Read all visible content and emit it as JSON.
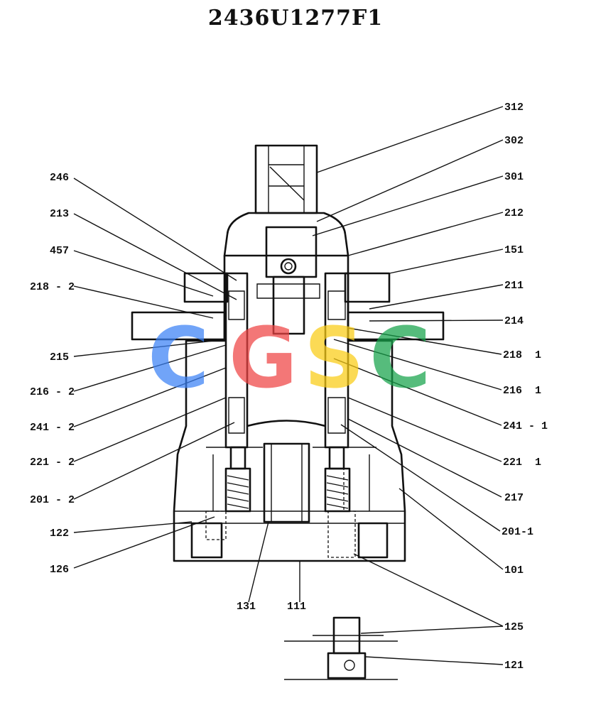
{
  "title": "2436U1277F1",
  "watermark": {
    "letters": [
      "C",
      "G",
      "S",
      "C"
    ],
    "colors": [
      "#3b82f6",
      "#ef4444",
      "#facc15",
      "#16a34a"
    ]
  },
  "callouts": [
    {
      "id": "312",
      "text": "312"
    },
    {
      "id": "302",
      "text": "302"
    },
    {
      "id": "301",
      "text": "301"
    },
    {
      "id": "212",
      "text": "212"
    },
    {
      "id": "151",
      "text": "151"
    },
    {
      "id": "211",
      "text": "211"
    },
    {
      "id": "214",
      "text": "214"
    },
    {
      "id": "218-1",
      "text": "218  1"
    },
    {
      "id": "216-1",
      "text": "216  1"
    },
    {
      "id": "241-1",
      "text": "241 - 1"
    },
    {
      "id": "221-1",
      "text": "221  1"
    },
    {
      "id": "217",
      "text": "217"
    },
    {
      "id": "201-1",
      "text": "201-1"
    },
    {
      "id": "101",
      "text": "101"
    },
    {
      "id": "125",
      "text": "125"
    },
    {
      "id": "121",
      "text": "121"
    },
    {
      "id": "246",
      "text": "246"
    },
    {
      "id": "213",
      "text": "213"
    },
    {
      "id": "457",
      "text": "457"
    },
    {
      "id": "218-2",
      "text": "218 - 2"
    },
    {
      "id": "215",
      "text": "215"
    },
    {
      "id": "216-2",
      "text": "216 - 2"
    },
    {
      "id": "241-2",
      "text": "241 - 2"
    },
    {
      "id": "221-2",
      "text": "221 - 2"
    },
    {
      "id": "201-2",
      "text": "201 - 2"
    },
    {
      "id": "122",
      "text": "122"
    },
    {
      "id": "126",
      "text": "126"
    },
    {
      "id": "131",
      "text": "131"
    },
    {
      "id": "111",
      "text": "111"
    }
  ]
}
